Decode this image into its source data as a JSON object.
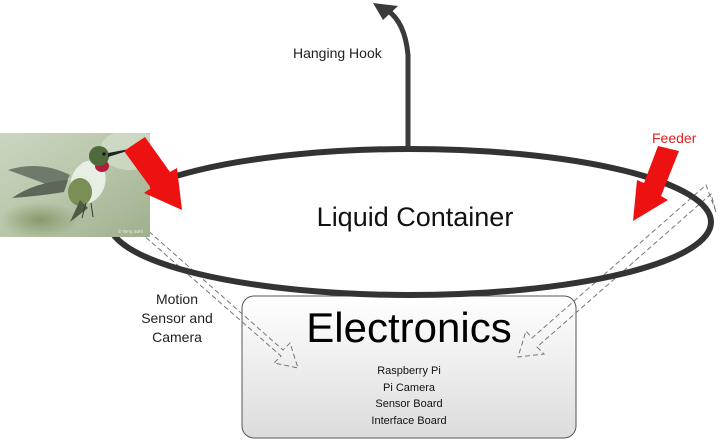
{
  "labels": {
    "hanging_hook": "Hanging Hook",
    "feeder": "Feeder",
    "liquid_container": "Liquid Container",
    "motion_sensor": [
      "Motion",
      "Sensor and",
      "Camera"
    ],
    "electronics": "Electronics"
  },
  "electronics_parts": [
    "Raspberry Pi",
    "Pi Camera",
    "Sensor Board",
    "Interface Board"
  ],
  "photo": {
    "subject": "hummingbird",
    "watermark": "© Terry Sohl"
  },
  "colors": {
    "outline": "#333333",
    "feeder_arrow": "#ee1111",
    "feeder_label": "#dd2222",
    "box_top": "#ffffff",
    "box_bottom": "#dcdcdc",
    "dashed_arrow": "#777777"
  }
}
